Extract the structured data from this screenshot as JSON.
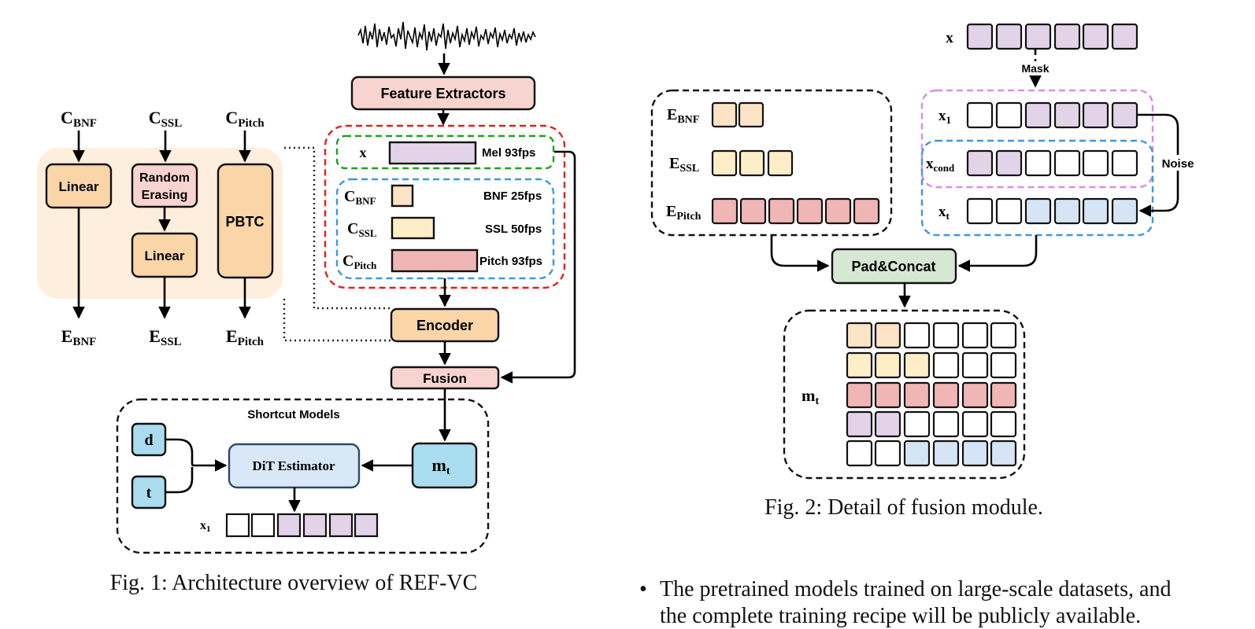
{
  "fig1": {
    "caption": "Fig. 1: Architecture overview of REF-VC",
    "inputs": {
      "bnf": "C",
      "bnf_sub": "BNF",
      "ssl": "C",
      "ssl_sub": "SSL",
      "pitch": "C",
      "pitch_sub": "Pitch"
    },
    "outputs": {
      "bnf": "E",
      "bnf_sub": "BNF",
      "ssl": "E",
      "ssl_sub": "SSL",
      "pitch": "E",
      "pitch_sub": "Pitch"
    },
    "blocks": {
      "linear_bnf": "Linear",
      "random_erasing_line1": "Random",
      "random_erasing_line2": "Erasing",
      "linear_ssl": "Linear",
      "pbtc": "PBTC",
      "feature_extractors": "Feature Extractors",
      "encoder": "Encoder",
      "fusion": "Fusion"
    },
    "features": {
      "x": "x",
      "mel": "Mel 93fps",
      "c_bnf": "C",
      "c_bnf_sub": "BNF",
      "bnf_rate": "BNF 25fps",
      "c_ssl": "C",
      "c_ssl_sub": "SSL",
      "ssl_rate": "SSL 50fps",
      "c_pitch": "C",
      "c_pitch_sub": "Pitch",
      "pitch_rate": "Pitch 93fps"
    },
    "shortcut": {
      "title": "Shortcut Models",
      "d": "d",
      "t": "t",
      "dit": "DiT Estimator",
      "mt": "m",
      "mt_sub": "t",
      "x1": "x",
      "x1_sub": "1"
    }
  },
  "fig2": {
    "caption": "Fig. 2: Detail of fusion module.",
    "x_label": "x",
    "mask": "Mask",
    "noise": "Noise",
    "x1": "x",
    "x1_sub": "1",
    "xcond": "x",
    "xcond_sub": "cond",
    "xt": "x",
    "xt_sub": "t",
    "e_bnf": "E",
    "e_bnf_sub": "BNF",
    "e_ssl": "E",
    "e_ssl_sub": "SSL",
    "e_pitch": "E",
    "e_pitch_sub": "Pitch",
    "pad_concat": "Pad&Concat",
    "mt": "m",
    "mt_sub": "t"
  },
  "body_text": {
    "bullet": "•",
    "line1": "The pretrained models trained on large-scale datasets, and",
    "line2": "the complete training recipe will be publicly available."
  },
  "colors": {
    "orange_block": "#f9d5a8",
    "orange_panel": "#fdeedd",
    "pink_block": "#f8d4d0",
    "pink_cell": "#f0b5b5",
    "yellow_cell": "#fdeec7",
    "purple_cell": "#e2d3e8",
    "blue_cell": "#d5e5f5",
    "cyan_block": "#a9dcee",
    "light_blue_block": "#d9e8f7",
    "green_block": "#d6e8d4",
    "red_dash": "#e02020",
    "green_dash": "#20a020",
    "blue_dash": "#3f97dd",
    "violet_dash": "#d88ce6"
  }
}
